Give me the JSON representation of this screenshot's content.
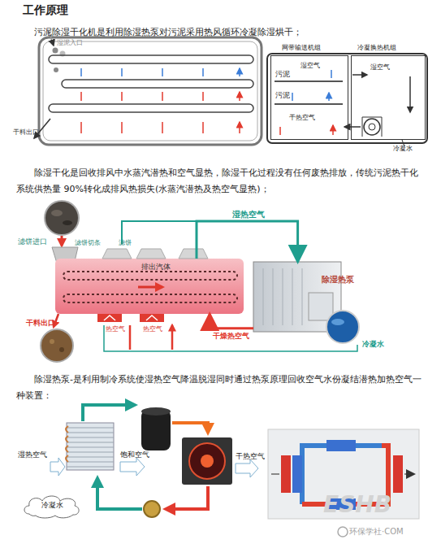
{
  "diagram": {
    "title": "工作原理",
    "nodes": [
      {
        "text": [
          "网带输送机组"
        ]
      },
      {
        "text": [
          "冷凝换热机组"
        ]
      },
      {
        "text": [
          "排出汽体"
        ]
      },
      {
        "text": [
          "除湿热泵"
        ]
      },
      {
        "text": [
          "冷凝水"
        ]
      }
    ],
    "edges": [
      {
        "from": 2,
        "to": 3,
        "arrow": "to",
        "label": "湿热空气"
      },
      {
        "from": 3,
        "to": 2,
        "arrow": "to",
        "label": "干燥热空气"
      }
    ],
    "labels": [
      "污泥除湿干化机是利用除湿热泵对污泥采用热风循环冷凝除湿烘干；",
      "湿泥入口",
      "干料出口",
      "污泥",
      "湿空气",
      "污泥",
      "干热空气",
      "湿空气",
      "冷凝水",
      "除湿干化是回收排风中水蒸汽潜热和空气显热，除湿干化过程没有任何废热排放，传统污泥热干化系统供热量 90%转化成排风热损失(水蒸汽潜热及热空气显热)；",
      "滤饼进口",
      "滤饼切条",
      "滤饼",
      "干料出口",
      "热空气",
      "热空气",
      "冷凝水",
      "除湿热泵-是利用制冷系统使湿热空气降温脱湿同时通过热泵原理回收空气水份凝结潜热加热空气一种装置：",
      "湿热空气",
      "饱和空气",
      "干热空气",
      "ESHB",
      "环保学社·COM"
    ]
  }
}
